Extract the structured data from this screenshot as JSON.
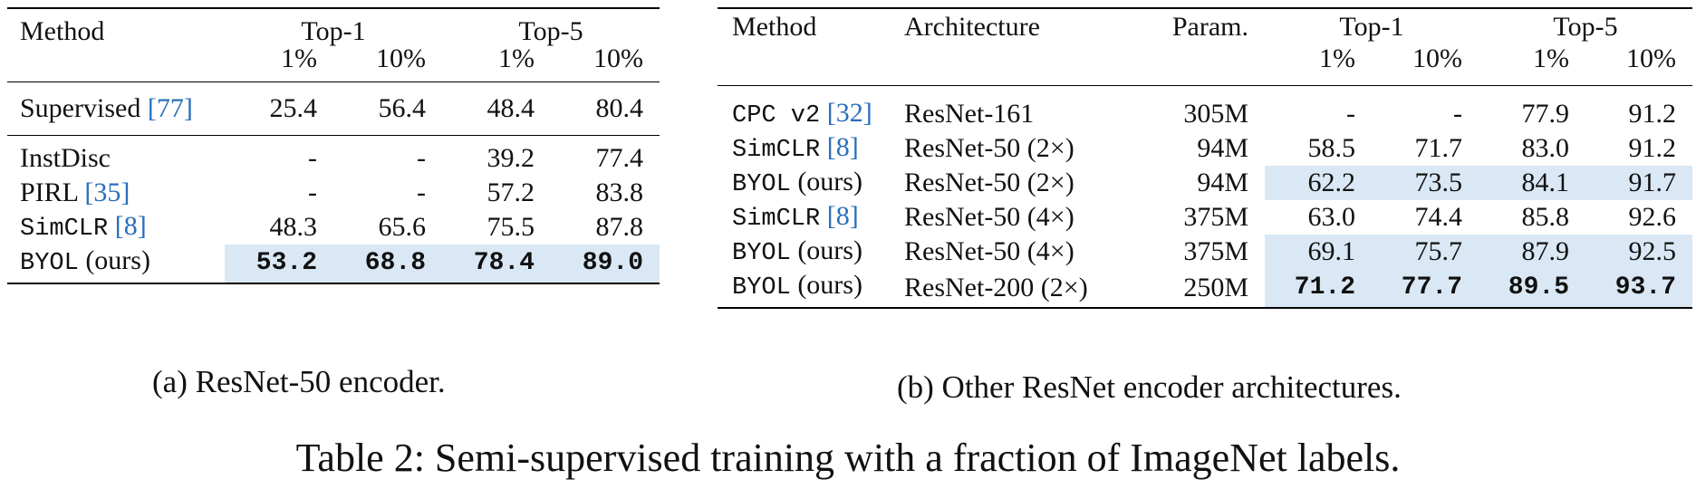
{
  "table_a": {
    "headers": {
      "method": "Method",
      "top1": "Top-1",
      "top5": "Top-5"
    },
    "subheaders": [
      "1%",
      "10%",
      "1%",
      "10%"
    ],
    "baseline": {
      "name": "Supervised",
      "cite": "[77]",
      "values": [
        "25.4",
        "56.4",
        "48.4",
        "80.4"
      ]
    },
    "rows": [
      {
        "name": "InstDisc",
        "cite": "",
        "values": [
          "-",
          "-",
          "39.2",
          "77.4"
        ]
      },
      {
        "name": "PIRL",
        "cite": "[35]",
        "values": [
          "-",
          "-",
          "57.2",
          "83.8"
        ]
      },
      {
        "name": "SimCLR",
        "cite": "[8]",
        "values": [
          "48.3",
          "65.6",
          "75.5",
          "87.8"
        ]
      },
      {
        "name": "BYOL",
        "suffix": "(ours)",
        "values": [
          "53.2",
          "68.8",
          "78.4",
          "89.0"
        ]
      }
    ],
    "caption": "(a) ResNet-50 encoder."
  },
  "table_b": {
    "headers": {
      "method": "Method",
      "architecture": "Architecture",
      "param": "Param.",
      "top1": "Top-1",
      "top5": "Top-5"
    },
    "subheaders": [
      "1%",
      "10%",
      "1%",
      "10%"
    ],
    "rows": [
      {
        "name": "CPC v2",
        "cite": "[32]",
        "arch": "ResNet-161",
        "param": "305M",
        "values": [
          "-",
          "-",
          "77.9",
          "91.2"
        ]
      },
      {
        "name": "SimCLR",
        "cite": "[8]",
        "arch": "ResNet-50 (2×)",
        "param": "94M",
        "values": [
          "58.5",
          "71.7",
          "83.0",
          "91.2"
        ]
      },
      {
        "name": "BYOL",
        "suffix": "(ours)",
        "arch": "ResNet-50 (2×)",
        "param": "94M",
        "values": [
          "62.2",
          "73.5",
          "84.1",
          "91.7"
        ]
      },
      {
        "name": "SimCLR",
        "cite": "[8]",
        "arch": "ResNet-50 (4×)",
        "param": "375M",
        "values": [
          "63.0",
          "74.4",
          "85.8",
          "92.6"
        ]
      },
      {
        "name": "BYOL",
        "suffix": "(ours)",
        "arch": "ResNet-50 (4×)",
        "param": "375M",
        "values": [
          "69.1",
          "75.7",
          "87.9",
          "92.5"
        ]
      },
      {
        "name": "BYOL",
        "suffix": "(ours)",
        "arch": "ResNet-200 (2×)",
        "param": "250M",
        "values": [
          "71.2",
          "77.7",
          "89.5",
          "93.7"
        ]
      }
    ],
    "caption": "(b) Other ResNet encoder architectures."
  },
  "main_caption": "Table 2: Semi-supervised training with a fraction of ImageNet labels."
}
